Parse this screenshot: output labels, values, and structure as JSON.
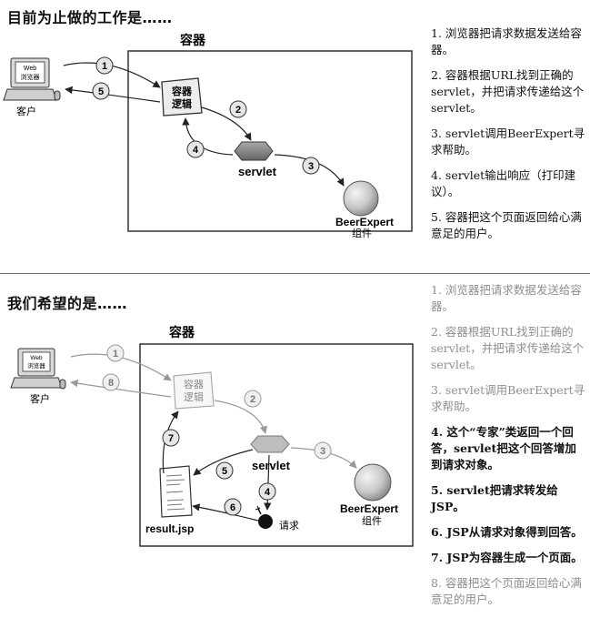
{
  "top": {
    "heading": "目前为止做的工作是……",
    "container_label": "容器",
    "client_screen": [
      "Web",
      "浏览器"
    ],
    "client_label": "客户",
    "container_logic": [
      "容器",
      "逻辑"
    ],
    "servlet_label": "servlet",
    "component_name": "BeerExpert",
    "component_sub": "组件",
    "arrows": [
      "1",
      "2",
      "3",
      "4",
      "5"
    ],
    "steps": [
      "1. 浏览器把请求数据发送给容器。",
      "2. 容器根据URL找到正确的servlet，并把请求传递给这个servlet。",
      "3. servlet调用BeerExpert寻求帮助。",
      "4. servlet输出响应（打印建议）。",
      "5.  容器把这个页面返回给心满意足的用户。"
    ]
  },
  "bottom": {
    "heading": "我们希望的是……",
    "container_label": "容器",
    "client_screen": [
      "Web",
      "浏览器"
    ],
    "client_label": "客户",
    "container_logic": [
      "容器",
      "逻辑"
    ],
    "servlet_label": "servlet",
    "component_name": "BeerExpert",
    "component_sub": "组件",
    "jsp_label": "result.jsp",
    "request_label": "请求",
    "arrows": [
      "1",
      "2",
      "3",
      "4",
      "5",
      "6",
      "7",
      "8"
    ],
    "steps": [
      "1. 浏览器把请求数据发送给容器。",
      "2. 容器根据URL找到正确的servlet，并把请求传递给这个servlet。",
      "3. servlet调用BeerExpert寻求帮助。",
      "4. 这个“专家”类返回一个回答，servlet把这个回答增加到请求对象。",
      "5. servlet把请求转发给JSP。",
      "6. JSP从请求对象得到回答。",
      "7. JSP为容器生成一个页面。",
      "8. 容器把这个页面返回给心满意足的用户。"
    ]
  }
}
